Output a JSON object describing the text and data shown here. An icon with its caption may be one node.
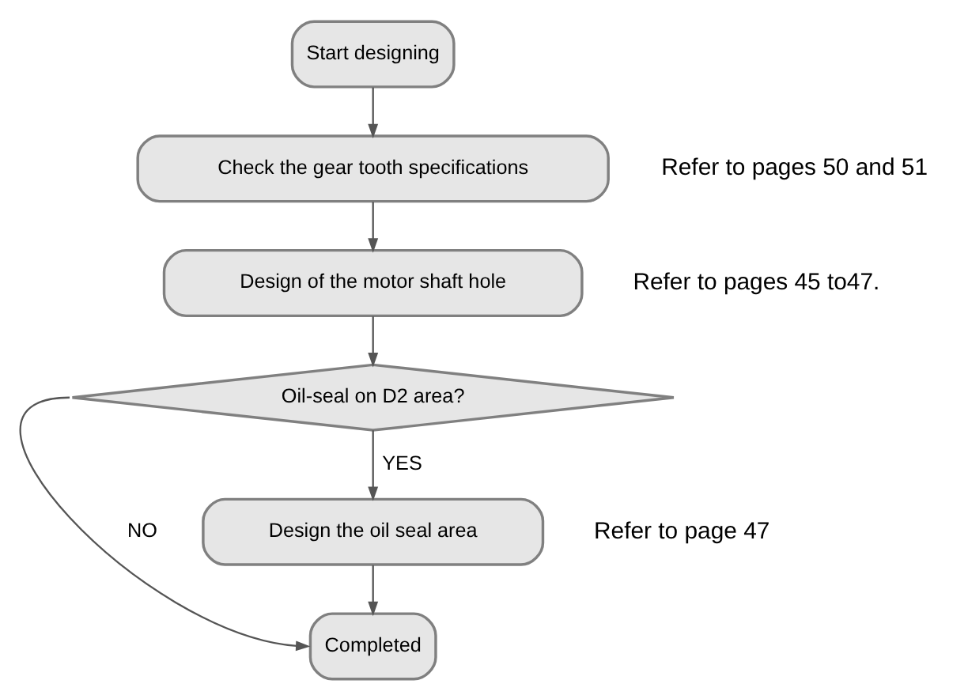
{
  "diagram": {
    "nodes": [
      {
        "text": [
          "Start designing"
        ]
      },
      {
        "text": [
          "Check the gear tooth specifications"
        ],
        "beside": [
          "Refer to pages 50 and 51"
        ]
      },
      {
        "text": [
          "Design of the motor shaft hole"
        ],
        "beside": [
          "Refer to pages 45 to47."
        ]
      },
      {
        "text": [
          "Oil-seal on D2 area?"
        ]
      },
      {
        "text": [
          "Design the oil seal area"
        ],
        "beside": [
          "Refer to page 47"
        ]
      },
      {
        "text": [
          "Completed"
        ]
      }
    ],
    "edges": [
      {
        "from": 0,
        "to": 1,
        "arrow": "to"
      },
      {
        "from": 1,
        "to": 2,
        "arrow": "to"
      },
      {
        "from": 2,
        "to": 3,
        "arrow": "to"
      },
      {
        "from": 3,
        "to": 4,
        "label": "YES",
        "arrow": "to"
      },
      {
        "from": 4,
        "to": 5,
        "arrow": "to"
      },
      {
        "from": 3,
        "to": 5,
        "label": "NO",
        "arrow": "to"
      }
    ]
  }
}
